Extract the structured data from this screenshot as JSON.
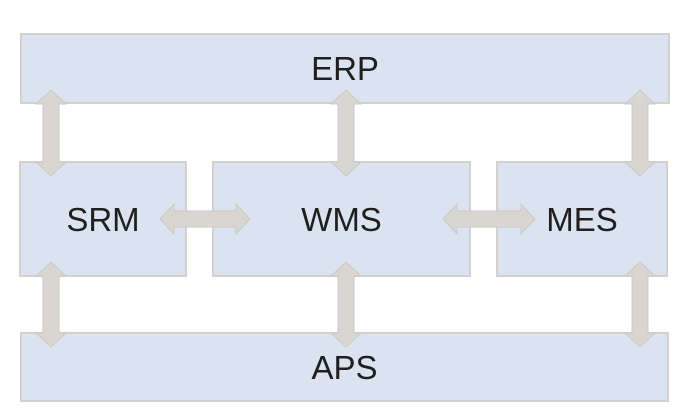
{
  "diagram": {
    "type": "system-architecture-block-diagram",
    "nodes": [
      {
        "id": "erp",
        "label": "ERP",
        "row": "top"
      },
      {
        "id": "srm",
        "label": "SRM",
        "row": "middle"
      },
      {
        "id": "wms",
        "label": "WMS",
        "row": "middle"
      },
      {
        "id": "mes",
        "label": "MES",
        "row": "middle"
      },
      {
        "id": "aps",
        "label": "APS",
        "row": "bottom"
      }
    ],
    "connections": [
      {
        "from": "ERP",
        "to": "SRM",
        "style": "double-headed-arrow",
        "orientation": "vertical"
      },
      {
        "from": "ERP",
        "to": "WMS",
        "style": "double-headed-arrow",
        "orientation": "vertical"
      },
      {
        "from": "ERP",
        "to": "MES",
        "style": "double-headed-arrow",
        "orientation": "vertical"
      },
      {
        "from": "SRM",
        "to": "WMS",
        "style": "double-headed-arrow",
        "orientation": "horizontal"
      },
      {
        "from": "WMS",
        "to": "MES",
        "style": "double-headed-arrow",
        "orientation": "horizontal"
      },
      {
        "from": "SRM",
        "to": "APS",
        "style": "double-headed-arrow",
        "orientation": "vertical"
      },
      {
        "from": "WMS",
        "to": "APS",
        "style": "double-headed-arrow",
        "orientation": "vertical"
      },
      {
        "from": "MES",
        "to": "APS",
        "style": "double-headed-arrow",
        "orientation": "vertical"
      }
    ],
    "colors": {
      "node_fill": "#dbe3f0",
      "node_border": "#d3d0ce",
      "arrow_fill": "#d9d6d2",
      "arrow_edge": "#ccc9c5",
      "text": "#1f1f1f",
      "background": "#ffffff"
    }
  }
}
